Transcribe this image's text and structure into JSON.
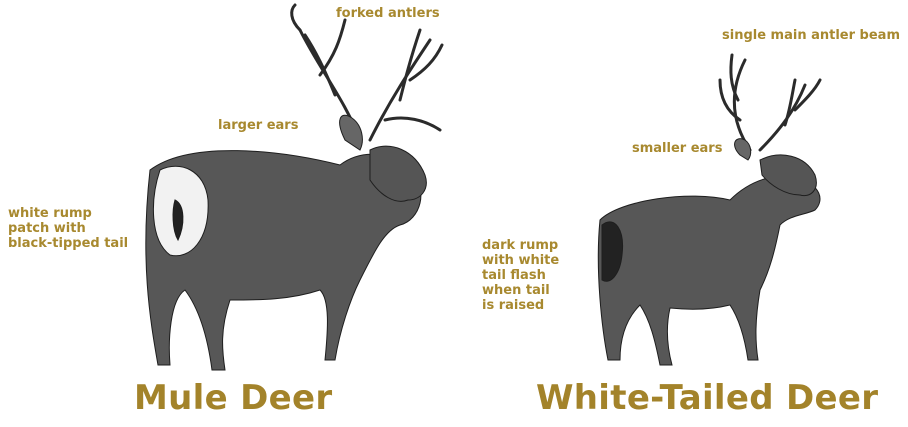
{
  "colors": {
    "label": "#a8892f",
    "title": "#a3832a",
    "sketch": "#2b2b2b"
  },
  "mule": {
    "title": "Mule Deer",
    "labels": {
      "antlers": "forked antlers",
      "ears": "larger ears",
      "rump": "white rump\npatch with\nblack-tipped tail"
    }
  },
  "whitetail": {
    "title": "White-Tailed Deer",
    "labels": {
      "antlers": "single main antler beam",
      "ears": "smaller ears",
      "rump": "dark rump\nwith white\ntail flash\nwhen tail\nis raised"
    }
  }
}
